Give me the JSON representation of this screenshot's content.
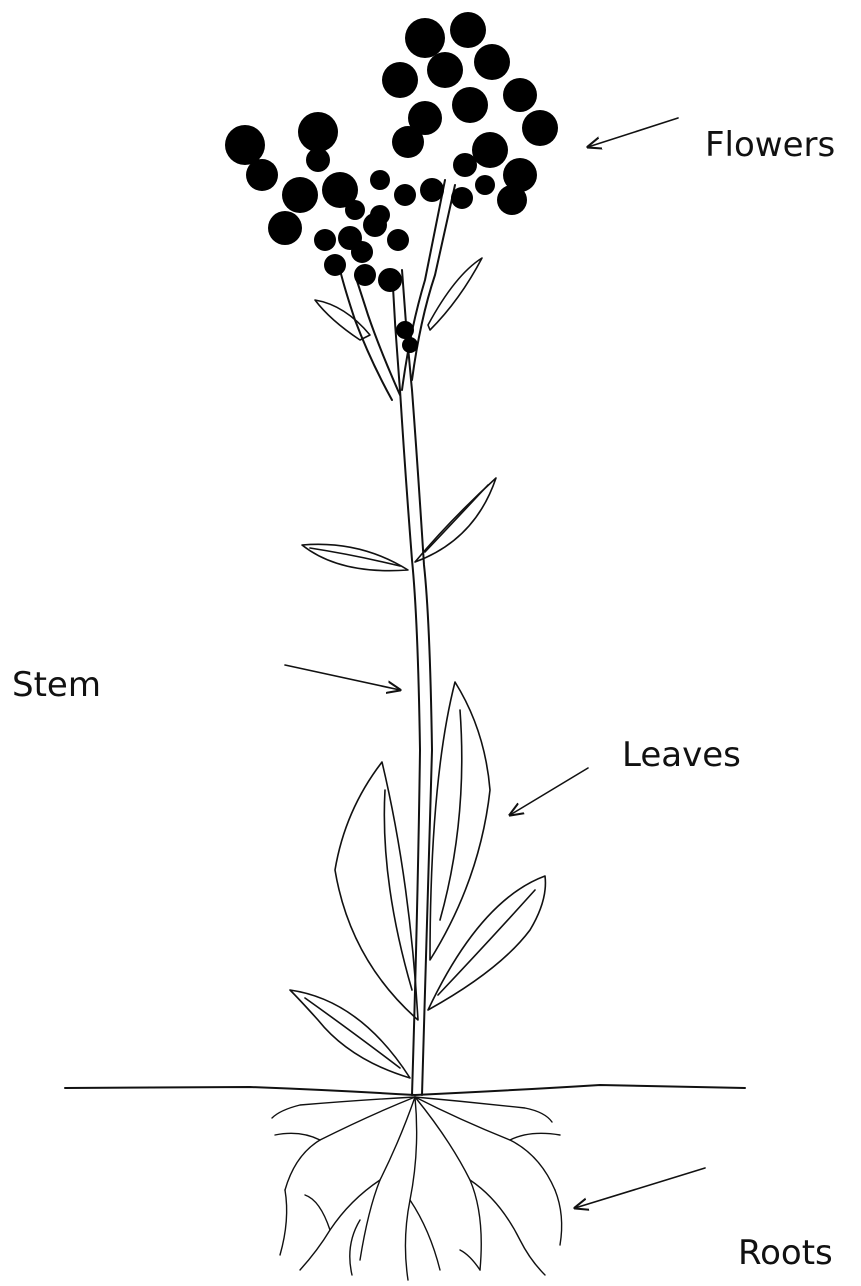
{
  "diagram": {
    "labels": {
      "flowers": "Flowers",
      "stem": "Stem",
      "leaves": "Leaves",
      "roots": "Roots"
    },
    "colors": {
      "ink": "#111111",
      "background": "#ffffff"
    }
  }
}
